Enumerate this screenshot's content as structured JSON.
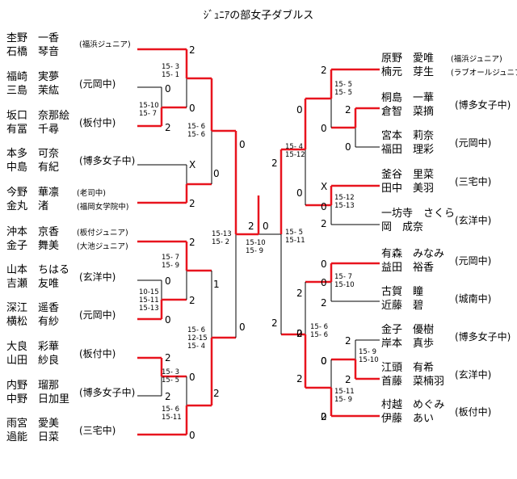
{
  "title": "ｼﾞｭﾆｱの部女子ダブルス",
  "left_pairs": [
    {
      "p1": "杢野　一香",
      "p2": "石橋　琴音",
      "club": "(福浜ジュニア)",
      "small": true
    },
    {
      "p1": "福崎　実夢",
      "p2": "三島　茉紘",
      "club": "(元岡中)"
    },
    {
      "p1": "坂口　奈那絵",
      "p2": "有冨　千尋",
      "club": "(板付中)"
    },
    {
      "p1": "本多　可奈",
      "p2": "中島　有紀",
      "club": "(博多女子中)"
    },
    {
      "p1": "今野　華凛",
      "p2": "金丸　渚",
      "club": "(老司中)",
      "club2": "(福岡女学院中)",
      "two_clubs": true
    },
    {
      "p1": "沖本　京香",
      "p2": "金子　舞美",
      "club": "(板付ジュニア)",
      "club2": "(大池ジュニア)",
      "two_clubs": true
    },
    {
      "p1": "山本　ちはる",
      "p2": "吉瀬　友唯",
      "club": "(玄洋中)"
    },
    {
      "p1": "深江　遥香",
      "p2": "横松　有紗",
      "club": "(元岡中)"
    },
    {
      "p1": "大良　彩華",
      "p2": "山田　紗良",
      "club": "(板付中)"
    },
    {
      "p1": "内野　瑠那",
      "p2": "中野　日加里",
      "club": "(博多女子中)"
    },
    {
      "p1": "雨宮　愛美",
      "p2": "過能　日菜",
      "club": "(三宅中)"
    }
  ],
  "right_pairs": [
    {
      "p1": "原野　愛唯",
      "p2": "楠元　芽生",
      "club": "(福浜ジュニア)",
      "club2": "(ラブオールジュニア)",
      "two_clubs": true
    },
    {
      "p1": "桐島　一華",
      "p2": "倉智　菜摘",
      "club": "(博多女子中)"
    },
    {
      "p1": "宮本　莉奈",
      "p2": "福田　理彩",
      "club": "(元岡中)"
    },
    {
      "p1": "釜谷　里菜",
      "p2": "田中　美羽",
      "club": "(三宅中)"
    },
    {
      "p1": "一坊寺　さくら",
      "p2": "岡　成奈",
      "club": "(玄洋中)"
    },
    {
      "p1": "有森　みなみ",
      "p2": "益田　裕香",
      "club": "(元岡中)"
    },
    {
      "p1": "古賀　瞳",
      "p2": "近藤　碧",
      "club": "(城南中)"
    },
    {
      "p1": "金子　優樹",
      "p2": "岸本　真歩",
      "club": "(博多女子中)"
    },
    {
      "p1": "江頭　有希",
      "p2": "首藤　菜楠羽",
      "club": "(玄洋中)"
    },
    {
      "p1": "村越　めぐみ",
      "p2": "伊藤　あい",
      "club": "(板付中)"
    }
  ],
  "scores": [
    "2",
    "0",
    "0",
    "2",
    "X",
    "0",
    "2",
    "0",
    "2",
    "0",
    "2",
    "0",
    "1",
    "0",
    "2",
    "0",
    "2",
    "2",
    "0",
    "2",
    "0",
    "2",
    "0",
    "2",
    "0",
    "0",
    "2",
    "0",
    "X",
    "0",
    "2",
    "2",
    "0",
    "2",
    "0",
    "2",
    "0",
    "2",
    "2",
    "0",
    "2",
    "0",
    "2",
    "0",
    "2"
  ],
  "game_scores": [
    "15- 3\n15- 1",
    "15-10\n15- 7",
    "15- 6\n15- 6",
    "15- 7\n15- 9",
    "10-15\n15-11\n15-13",
    "15- 6\n12-15\n15- 4",
    "15- 3\n15- 5",
    "15- 6\n15-11",
    "15-13\n15- 2",
    "15-10\n15- 9",
    "15- 5\n15-11",
    "15- 5\n15- 5",
    "15- 4\n15-12",
    "15-12\n15-13",
    "15- 7\n15-10",
    "15- 6\n15- 6",
    "15- 9\n15-10",
    "15-11\n15- 9"
  ]
}
